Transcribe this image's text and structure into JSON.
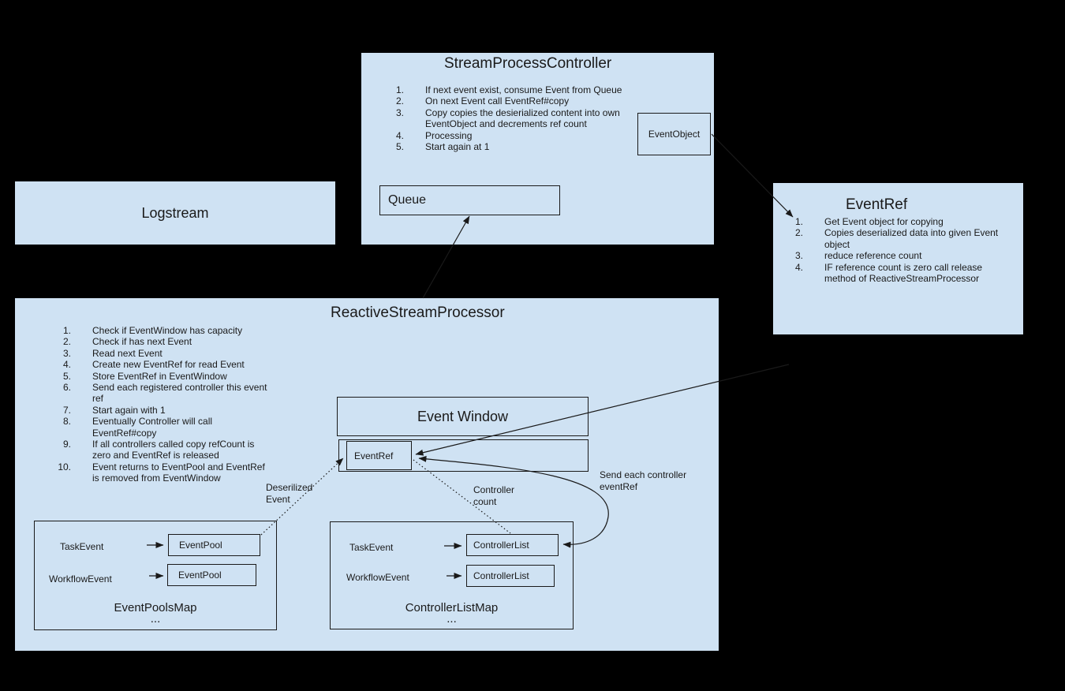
{
  "colors": {
    "background": "#000000",
    "box_fill": "#cfe2f3",
    "line": "#1a1a1a"
  },
  "logstream": {
    "title": "Logstream"
  },
  "stream_process_controller": {
    "title": "StreamProcessController",
    "steps": [
      "If next event exist, consume Event from Queue",
      "On next Event call EventRef#copy",
      "Copy copies the desierialized content into own\nEventObject and decrements ref count",
      "Processing",
      "Start again at 1"
    ],
    "queue_label": "Queue",
    "event_object_label": "EventObject"
  },
  "event_ref_panel": {
    "title": "EventRef",
    "steps": [
      "Get Event object for copying",
      "Copies deserialized data into given Event\nobject",
      "reduce reference count",
      "IF reference count is zero call release\nmethod of ReactiveStreamProcessor"
    ]
  },
  "reactive_stream_processor": {
    "title": "ReactiveStreamProcessor",
    "steps": [
      "Check if EventWindow has capacity",
      "Check if has next Event",
      "Read next Event",
      "Create new EventRef for read Event",
      "Store EventRef in EventWindow",
      "Send each registered controller this event\nref",
      "Start again with 1",
      "Eventually Controller will call\nEventRef#copy",
      "If all controllers called copy refCount is\nzero and EventRef is released",
      "Event returns to EventPool and EventRef\nis removed from EventWindow"
    ],
    "event_window": {
      "title": "Event Window",
      "event_ref_label": "EventRef"
    },
    "event_pools_map": {
      "title": "EventPoolsMap",
      "ellipsis": "...",
      "rows": [
        {
          "key": "TaskEvent",
          "value": "EventPool"
        },
        {
          "key": "WorkflowEvent",
          "value": "EventPool"
        }
      ]
    },
    "controller_list_map": {
      "title": "ControllerListMap",
      "ellipsis": "...",
      "rows": [
        {
          "key": "TaskEvent",
          "value": "ControllerList"
        },
        {
          "key": "WorkflowEvent",
          "value": "ControllerList"
        }
      ]
    }
  },
  "connector_labels": {
    "deserialized": "Deserilized\nEvent",
    "controller_count": "Controller\ncount",
    "send_each": "Send each controller\neventRef"
  }
}
